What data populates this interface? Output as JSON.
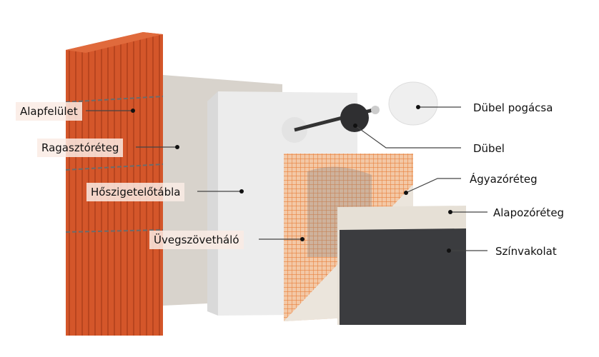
{
  "title": "Hőszigetelő rendszer rétegei",
  "labels": {
    "base": "Alapfelület",
    "adhesive": "Ragasztóréteg",
    "insulation_board": "Hőszigetelőtábla",
    "mesh": "Üvegszövetháló",
    "dowel_cap": "Dübel pogácsa",
    "dowel": "Dübel",
    "bedding": "Ágyazóréteg",
    "primer": "Alapozóréteg",
    "render": "Színvakolat"
  },
  "colors": {
    "brick": "#d4562a",
    "adhesive": "#d8d3cc",
    "insulation": "#ececec",
    "mesh": "#e98a4a",
    "primer": "#e6e0d6",
    "render": "#3b3c3f"
  }
}
